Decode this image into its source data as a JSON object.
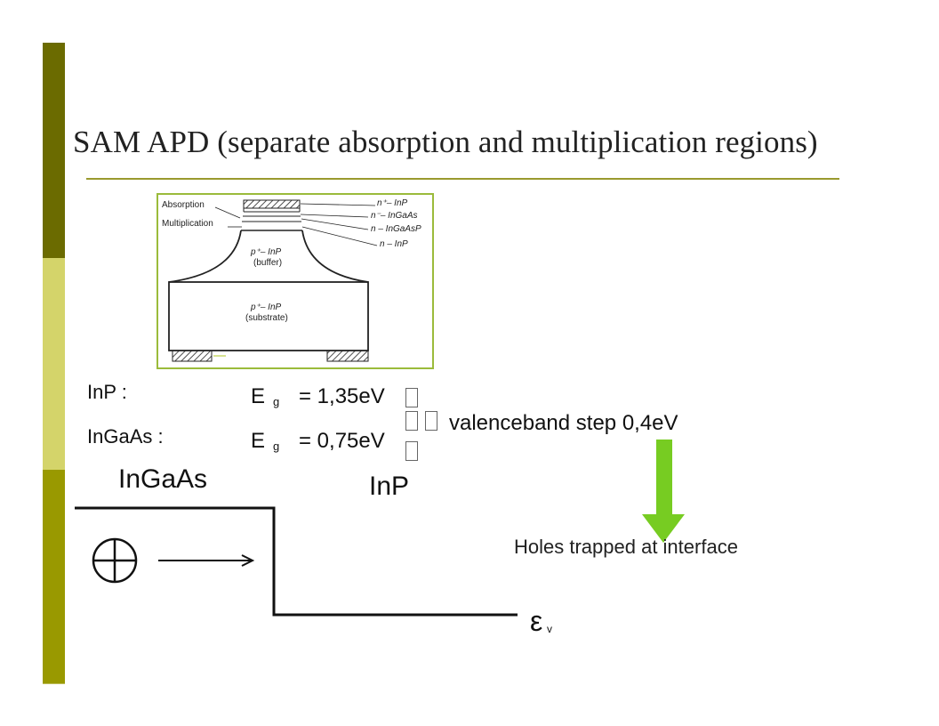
{
  "title": "SAM APD (separate absorption and multiplication regions)",
  "figure": {
    "labels": {
      "absorption": "Absorption",
      "multiplication": "Multiplication",
      "n_plus_inp": "n⁺– InP",
      "n_minus_ingaas": "n⁻– InGaAs",
      "n_ingaasp": "n – InGaAsP",
      "n_inp": "n – InP",
      "buffer_line1": "p⁺– InP",
      "buffer_line2": "(buffer)",
      "substrate_line1": "p⁺– InP",
      "substrate_line2": "(substrate)"
    }
  },
  "materials": {
    "inp_label": "InP :",
    "ingaas_label": "InGaAs :",
    "inp_eq_E": "E",
    "inp_eq_sub": "g",
    "inp_eq_value": "= 1,35eV",
    "ingaas_eq_E": "E",
    "ingaas_eq_sub": "g",
    "ingaas_eq_value": "= 0,75eV",
    "step_text": "valenceband step 0,4eV"
  },
  "band_diagram": {
    "left_label": "InGaAs",
    "right_label": "InP",
    "holes_text": "Holes trapped at interface",
    "epsilon_symbol": "ε",
    "epsilon_sub": "v"
  },
  "colors": {
    "band_dark": "#6b6b00",
    "band_light": "#d4d46a",
    "band_mid": "#999900",
    "frame": "#9bbb3b",
    "arrow_green": "#77cc22",
    "title_rule": "#9a9a2e"
  }
}
